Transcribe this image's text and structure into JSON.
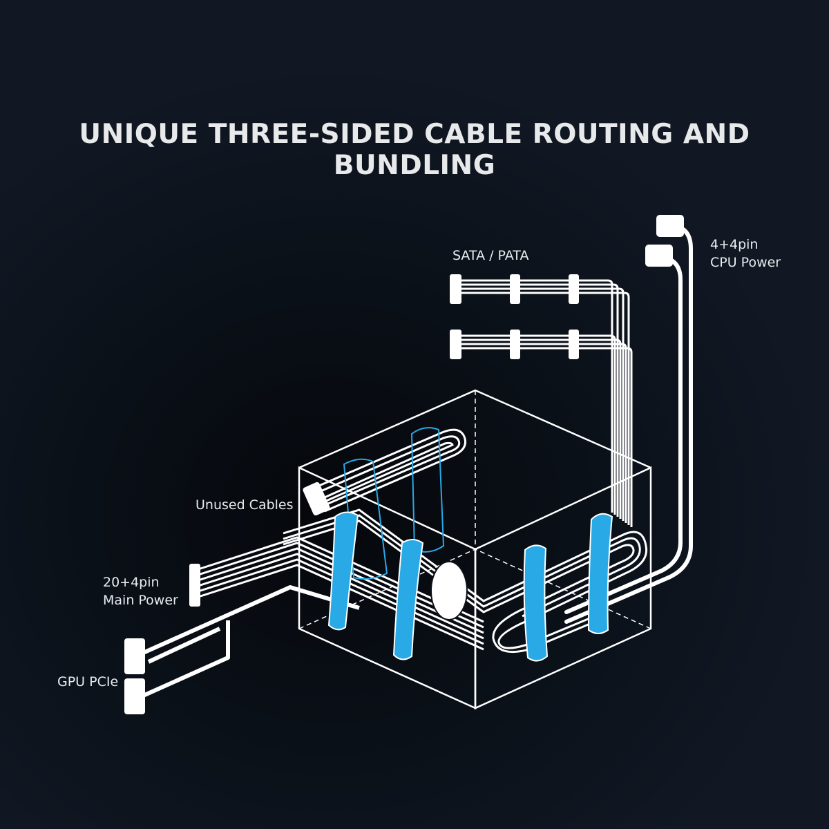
{
  "title": "UNIQUE THREE-SIDED CABLE ROUTING AND BUNDLING",
  "labels": {
    "sata": "SATA / PATA",
    "cpu_line1": "4+4pin",
    "cpu_line2": "CPU Power",
    "unused": "Unused Cables",
    "main_line1": "20+4pin",
    "main_line2": "Main Power",
    "gpu": "GPU PCIe"
  },
  "colors": {
    "background": "#0d131d",
    "cable": "#ffffff",
    "strap": "#29a9e6",
    "outline": "#ffffff"
  }
}
